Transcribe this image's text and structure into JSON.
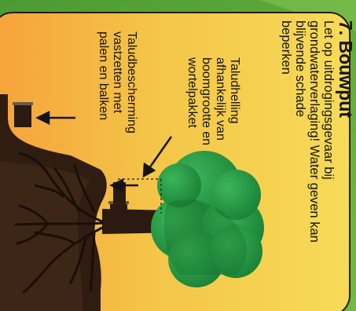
{
  "colors": {
    "background_green": "#5ea83a",
    "panel_yellow": "#f5cf43",
    "panel_orange": "#f2a53c",
    "soil_dark": "#2f1d12",
    "tree_green": "#1e8f3d",
    "text": "#141414"
  },
  "step": {
    "title": "7. Bouwput",
    "description_lines": [
      "Let op uitdrogingsgevaar bij",
      "grondwaterverlaging! Water geven kan",
      "blijvende schade",
      "beperken"
    ]
  },
  "annotations": {
    "slope_lines": [
      "Taludhelling",
      "afhankelijk van",
      "boomgrootte en",
      "wortelpakket"
    ],
    "protection_lines": [
      "Taludbescherming",
      "vastzetten met",
      "palen en balken"
    ]
  }
}
